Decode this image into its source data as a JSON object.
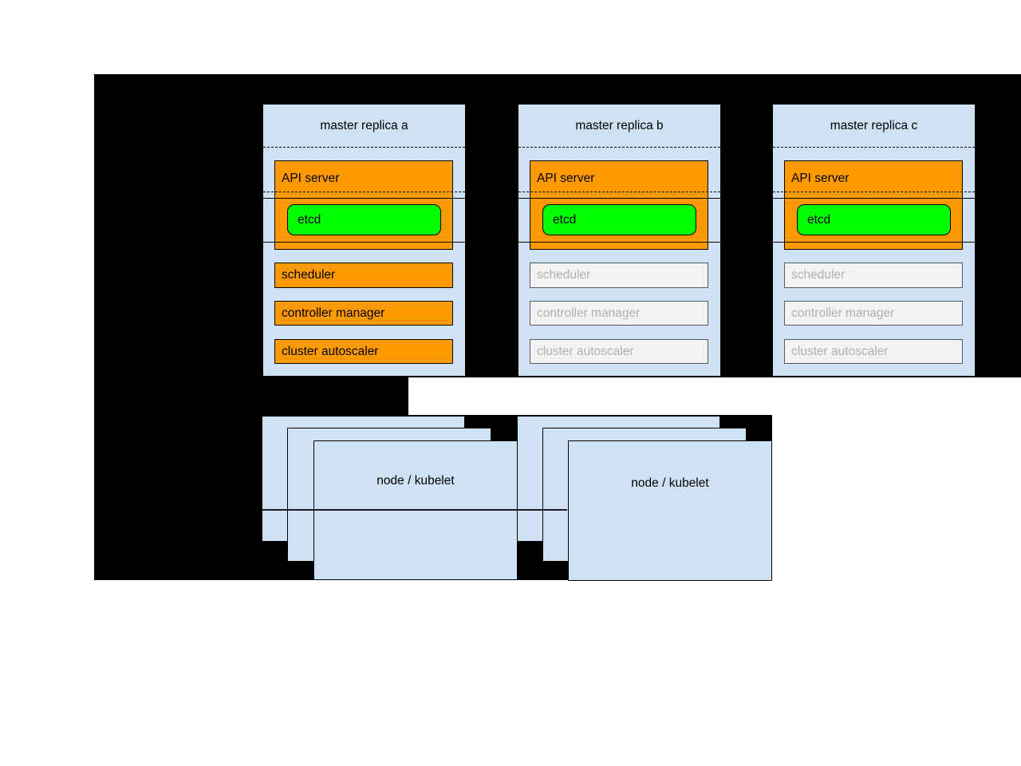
{
  "masters": [
    {
      "title": "master replica a",
      "api_server": "API server",
      "etcd": "etcd",
      "components": [
        {
          "label": "scheduler",
          "active": true
        },
        {
          "label": "controller manager",
          "active": true
        },
        {
          "label": "cluster autoscaler",
          "active": true
        }
      ]
    },
    {
      "title": "master replica b",
      "api_server": "API server",
      "etcd": "etcd",
      "components": [
        {
          "label": "scheduler",
          "active": false
        },
        {
          "label": "controller manager",
          "active": false
        },
        {
          "label": "cluster autoscaler",
          "active": false
        }
      ]
    },
    {
      "title": "master replica c",
      "api_server": "API server",
      "etcd": "etcd",
      "components": [
        {
          "label": "scheduler",
          "active": false
        },
        {
          "label": "controller manager",
          "active": false
        },
        {
          "label": "cluster autoscaler",
          "active": false
        }
      ]
    }
  ],
  "node_stacks": [
    {
      "label": "node / kubelet"
    },
    {
      "label": "node / kubelet"
    }
  ],
  "colors": {
    "background": "#000000",
    "box_fill": "#cfe2f3",
    "active_component": "#ff9900",
    "etcd_fill": "#00ff00",
    "inactive_fill": "#f3f3f3",
    "inactive_text": "#b0b0b0",
    "inactive_border": "#595959"
  }
}
